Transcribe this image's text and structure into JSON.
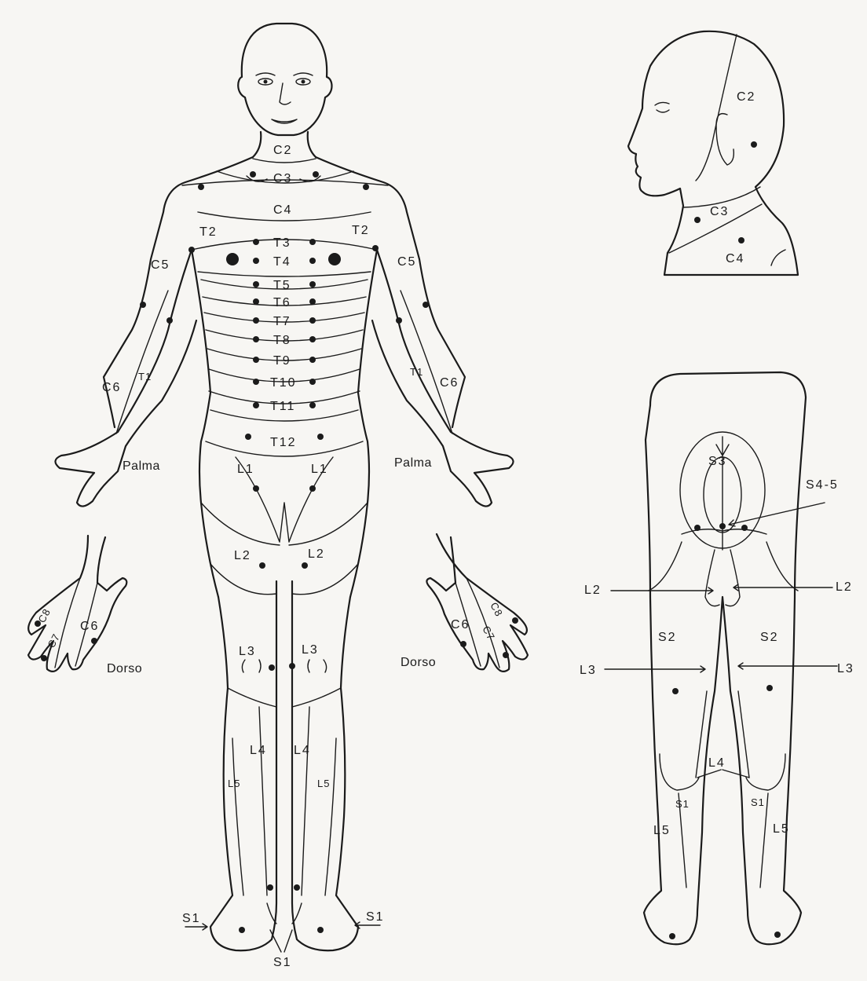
{
  "front": {
    "c2": "C2",
    "c3": "C3",
    "c4": "C4",
    "t2_left": "T2",
    "t2_right": "T2",
    "t3": "T3",
    "t4": "T4",
    "t5": "T5",
    "t6": "T6",
    "t7": "T7",
    "t8": "T8",
    "t9": "T9",
    "t10": "T10",
    "t11": "T11",
    "t12": "T12",
    "c5_left": "C5",
    "c5_right": "C5",
    "c6_left": "C6",
    "c6_right": "C6",
    "t1_left": "T1",
    "t1_right": "T1",
    "palma_left": "Palma",
    "palma_right": "Palma",
    "l1_left": "L1",
    "l1_right": "L1",
    "l2_left": "L2",
    "l2_right": "L2",
    "l3_left": "L3",
    "l3_right": "L3",
    "l4_left": "L4",
    "l4_right": "L4",
    "l5_left": "L5",
    "l5_right": "L5",
    "s1_left": "S1",
    "s1_right": "S1",
    "s1_bottom": "S1"
  },
  "hands": {
    "left": {
      "c8": "C8",
      "c7": "C7",
      "c6": "C6",
      "caption": "Dorso"
    },
    "right": {
      "c8": "C8",
      "c7": "C7",
      "c6": "C6",
      "caption": "Dorso"
    }
  },
  "head": {
    "c2": "C2",
    "c3": "C3",
    "c4": "C4"
  },
  "back": {
    "s3": "S3",
    "s45": "S4-5",
    "l2_left": "L2",
    "l2_right": "L2",
    "s2_left": "S2",
    "s2_right": "S2",
    "l3_left": "L3",
    "l3_right": "L3",
    "l4": "L4",
    "s1_left": "S1",
    "s1_right": "S1",
    "l5_left": "L5",
    "l5_right": "L5"
  }
}
